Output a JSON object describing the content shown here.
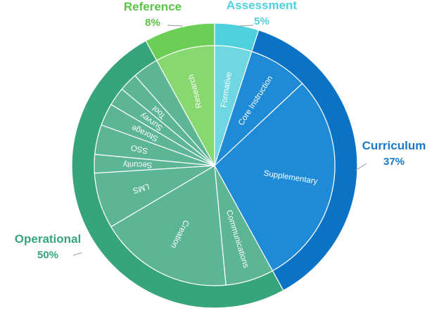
{
  "chart_data": {
    "type": "sunburst",
    "title": "",
    "center_start_angle_deg": 0,
    "categories": [
      {
        "name": "Curriculum",
        "percent_label": "37%",
        "value": 37,
        "color": "#0B73C6",
        "children": [
          {
            "name": "Core Instruction",
            "value": 8,
            "color": "#1F8AD6"
          },
          {
            "name": "Supplementary",
            "value": 29,
            "color": "#1F8AD6"
          }
        ]
      },
      {
        "name": "Operational",
        "percent_label": "50%",
        "value": 50,
        "color": "#36A57C",
        "children": [
          {
            "name": "Communications",
            "value": 6.5,
            "color": "#5CB594"
          },
          {
            "name": "Creation",
            "value": 18,
            "color": "#5CB594"
          },
          {
            "name": "LMS",
            "value": 7.5,
            "color": "#5CB594"
          },
          {
            "name": "Security",
            "value": 2.5,
            "color": "#5CB594"
          },
          {
            "name": "SSO",
            "value": 4,
            "color": "#5CB594"
          },
          {
            "name": "Storage",
            "value": 3,
            "color": "#5CB594"
          },
          {
            "name": "Survey",
            "value": 2.5,
            "color": "#5CB594"
          },
          {
            "name": "Tool",
            "value": 2.5,
            "color": "#5CB594"
          },
          {
            "name": "",
            "value": 3.5,
            "color": "#5CB594"
          }
        ]
      },
      {
        "name": "Reference",
        "percent_label": "8%",
        "value": 8,
        "color": "#6CCF55",
        "children": [
          {
            "name": "Research",
            "value": 8,
            "color": "#86D86F"
          }
        ]
      },
      {
        "name": "Assessment",
        "percent_label": "5%",
        "value": 5,
        "color": "#4FD0DD",
        "children": [
          {
            "name": "Formative",
            "value": 5,
            "color": "#6FD7E2"
          }
        ]
      }
    ],
    "outer_label_colors": {
      "Curriculum": "#1A79C8",
      "Operational": "#36A57C",
      "Reference": "#58C443",
      "Assessment": "#4FD0DD"
    }
  }
}
